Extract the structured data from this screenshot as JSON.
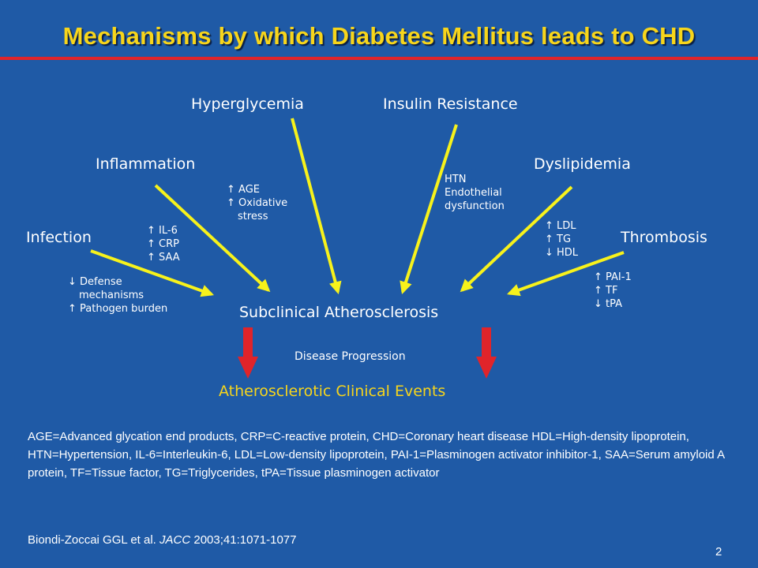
{
  "title": "Mechanisms by which Diabetes Mellitus leads to CHD",
  "nodes": {
    "hyperglycemia": "Hyperglycemia",
    "insulin_resistance": "Insulin Resistance",
    "inflammation": "Inflammation",
    "dyslipidemia": "Dyslipidemia",
    "infection": "Infection",
    "thrombosis": "Thrombosis",
    "center": "Subclinical Atherosclerosis",
    "outcome": "Atherosclerotic Clinical Events",
    "progression": "Disease Progression"
  },
  "annotations": {
    "hyperglycemia": [
      "↑ AGE",
      "↑ Oxidative",
      "stress"
    ],
    "insulin_resistance": [
      "HTN",
      "Endothelial",
      "dysfunction"
    ],
    "inflammation": [
      "↑ IL-6",
      "↑ CRP",
      "↑ SAA"
    ],
    "dyslipidemia": [
      "↑ LDL",
      "↑ TG",
      "↓ HDL"
    ],
    "infection": [
      "↓ Defense",
      "mechanisms",
      "↑ Pathogen burden"
    ],
    "thrombosis": [
      "↑ PAI-1",
      "↑ TF",
      "↓ tPA"
    ]
  },
  "legend": "AGE=Advanced glycation end products, CRP=C-reactive protein, CHD=Coronary heart disease HDL=High-density lipoprotein, HTN=Hypertension, IL-6=Interleukin-6, LDL=Low-density lipoprotein, PAI-1=Plasminogen activator inhibitor-1, SAA=Serum amyloid A protein, TF=Tissue factor, TG=Triglycerides, tPA=Tissue plasminogen activator",
  "reference": {
    "prefix": "Biondi-Zoccai GGL et al. ",
    "journal": "JACC",
    "suffix": " 2003;41:1071-1077"
  },
  "page_number": "2",
  "colors": {
    "background": "#1f5aa6",
    "title": "#f7d51b",
    "rule": "#e0242a",
    "arrow_yellow": "#f7f21b",
    "arrow_red": "#e0242a"
  }
}
